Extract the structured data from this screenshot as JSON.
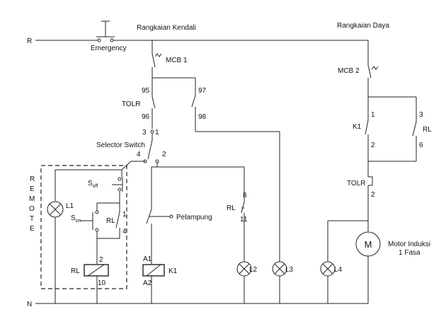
{
  "lines": {
    "phase": "R",
    "neutral": "N"
  },
  "sections": {
    "control": "Rangkaian Kendali",
    "power": "Rangkaian Daya"
  },
  "labels": {
    "emergency": "Emergency",
    "mcb1": "MCB 1",
    "mcb2": "MCB 2",
    "tolr": "TOLR",
    "selector": "Selector Switch",
    "remote": [
      "R",
      "E",
      "M",
      "O",
      "T",
      "E"
    ],
    "s_off_base": "S",
    "s_off_sub": "off",
    "s_on_base": "S",
    "s_on_sub": "on",
    "rl": "RL",
    "k1": "K1",
    "pelampung": "Pelampung",
    "motor_symbol": "M",
    "motor_line1": "Motor Induksi",
    "motor_line2": "1 Fasa"
  },
  "terminals": {
    "t95": "95",
    "t96": "96",
    "t97": "97",
    "t98": "98",
    "t3": "3",
    "t1": "1",
    "t4": "4",
    "t2": "2",
    "rl_coil_2": "2",
    "rl_coil_10": "10",
    "rl_contact_1": "1",
    "rl_contact_4": "4",
    "rl_l2_8": "8",
    "rl_l2_11": "11",
    "a1": "A1",
    "a2": "A2",
    "k1_power_1": "1",
    "k1_power_2": "2",
    "rl_power_3": "3",
    "rl_power_6": "6",
    "tolr_power_2": "2"
  },
  "lamps": {
    "l1": "L1",
    "l2": "L2",
    "l3": "L3",
    "l4": "L4"
  }
}
